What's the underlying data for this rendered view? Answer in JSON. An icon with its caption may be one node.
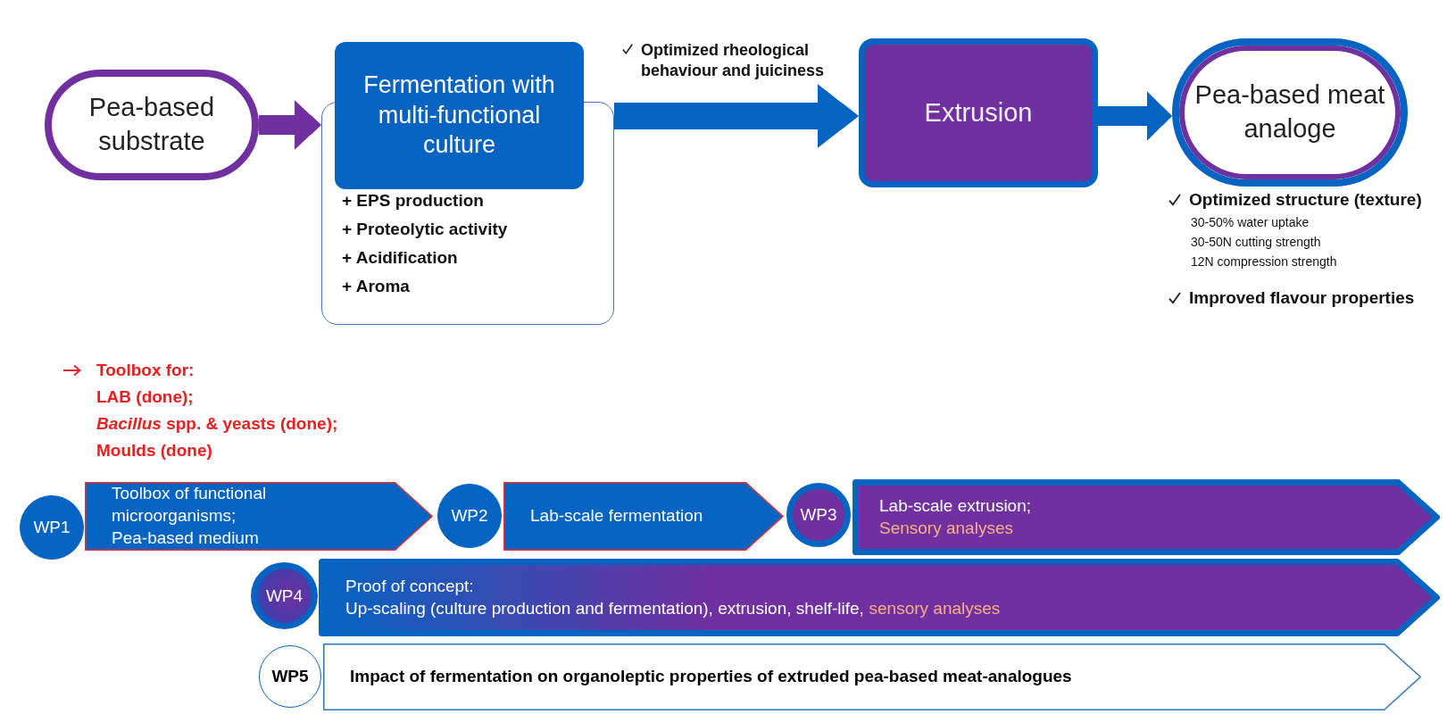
{
  "diagram": {
    "nodes": [
      {
        "text": [
          "Pea-based substrate"
        ]
      },
      {
        "text": [
          "Fermentation with multi-functional culture",
          "+ EPS production",
          "+ Proteolytic activity",
          "+ Acidification",
          "+ Aroma"
        ]
      },
      {
        "text": [
          "Extrusion"
        ]
      },
      {
        "text": [
          "Pea-based meat analoge"
        ],
        "beside": [
          "Optimized structure (texture)",
          "30-50% water uptake",
          "30-50N cutting strength",
          "12N compression strength",
          "Improved flavour properties"
        ]
      },
      {
        "text": [
          "WP1"
        ]
      },
      {
        "text": [
          "Toolbox of functional microorganisms;",
          "Pea-based medium"
        ]
      },
      {
        "text": [
          "WP2"
        ]
      },
      {
        "text": [
          "Lab-scale fermentation"
        ]
      },
      {
        "text": [
          "WP3"
        ]
      },
      {
        "text": [
          "Lab-scale extrusion;",
          "Sensory analyses"
        ]
      },
      {
        "text": [
          "WP4"
        ]
      },
      {
        "text": [
          "Proof of concept:",
          "Up-scaling (culture production and fermentation), extrusion, shelf-life,",
          "sensory analyses"
        ]
      },
      {
        "text": [
          "WP5"
        ]
      },
      {
        "text": [
          "Impact of fermentation on organoleptic properties of extruded pea-based meat-analogues"
        ]
      }
    ],
    "edges": [
      {
        "from": 0,
        "to": 1,
        "arrow": "to",
        "color": "#7030a0"
      },
      {
        "from": 1,
        "to": 2,
        "arrow": "to",
        "label": "Optimized rheological behaviour and juiciness"
      },
      {
        "from": 2,
        "to": 3,
        "arrow": "to"
      }
    ],
    "labels": [
      "Toolbox for:",
      "LAB (done);",
      "*Bacillus* spp. & yeasts (done);",
      "Moulds (done)"
    ]
  }
}
